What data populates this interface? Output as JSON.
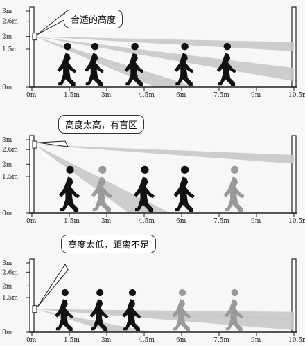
{
  "axis": {
    "y_labels": [
      {
        "label": "3m",
        "value": 3.0
      },
      {
        "label": "2.6m",
        "value": 2.6
      },
      {
        "label": "2m",
        "value": 2.0
      },
      {
        "label": "1.5m",
        "value": 1.5
      },
      {
        "label": "0m",
        "value": 0
      }
    ],
    "x_labels": [
      "0m",
      "1.5m",
      "3m",
      "4.5m",
      "6m",
      "7.5m",
      "9m",
      "10.5m"
    ],
    "x_values": [
      0,
      1.5,
      3,
      4.5,
      6,
      7.5,
      9,
      10.5
    ]
  },
  "colors": {
    "beam": "#c8c8c8",
    "detected_person": "#111111",
    "undetected_person": "#9a9a9a",
    "post": "#ffffff",
    "outline": "#222222"
  },
  "panels": [
    {
      "callout": "合适的高度",
      "sensor_height_m": 2.0,
      "beam_far_heights_m": [
        1.6,
        0.5,
        0
      ],
      "people": [
        {
          "x_m": 0.9,
          "detected": true
        },
        {
          "x_m": 2.0,
          "detected": true
        },
        {
          "x_m": 3.6,
          "detected": true
        },
        {
          "x_m": 5.6,
          "detected": true
        },
        {
          "x_m": 7.3,
          "detected": true
        }
      ]
    },
    {
      "callout": "高度太高，有盲区",
      "sensor_height_m": 2.8,
      "beam_far_heights_m": [
        2.2,
        0
      ],
      "people": [
        {
          "x_m": 1.0,
          "detected": true
        },
        {
          "x_m": 2.3,
          "detected": false
        },
        {
          "x_m": 4.0,
          "detected": true
        },
        {
          "x_m": 5.6,
          "detected": true
        },
        {
          "x_m": 7.6,
          "detected": false
        }
      ]
    },
    {
      "callout": "高度太低，距离不足",
      "sensor_height_m": 1.0,
      "beam_far_heights_m": [
        0.7,
        0.35,
        0
      ],
      "people": [
        {
          "x_m": 0.8,
          "detected": true
        },
        {
          "x_m": 2.2,
          "detected": true
        },
        {
          "x_m": 3.5,
          "detected": true
        },
        {
          "x_m": 5.5,
          "detected": false
        },
        {
          "x_m": 7.6,
          "detected": false
        }
      ]
    }
  ]
}
